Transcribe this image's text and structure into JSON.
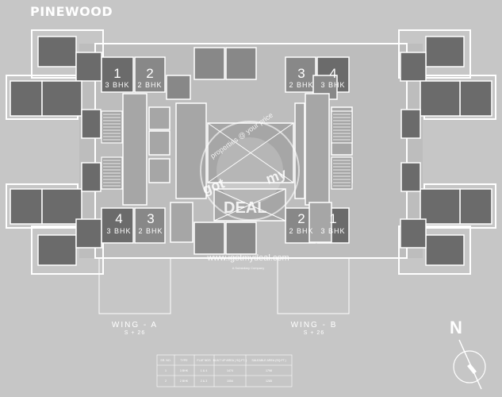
{
  "project": {
    "title": "PINEWOOD"
  },
  "units": [
    {
      "number": "1",
      "type": "3 BHK"
    },
    {
      "number": "2",
      "type": "2 BHK"
    },
    {
      "number": "3",
      "type": "2 BHK"
    },
    {
      "number": "4",
      "type": "3 BHK"
    },
    {
      "number": "4",
      "type": "3 BHK"
    },
    {
      "number": "3",
      "type": "2 BHK"
    },
    {
      "number": "2",
      "type": "2 BHK"
    },
    {
      "number": "1",
      "type": "3 BHK"
    }
  ],
  "wings": [
    {
      "name": "WING - A",
      "floors": "S + 26"
    },
    {
      "name": "WING - B",
      "floors": "S + 26"
    }
  ],
  "watermark": {
    "tagline": "properties @ your price",
    "left_word": "got",
    "right_word": "my",
    "bottom_word": "DEAL",
    "url": "www.igotmydeal.com",
    "sub": "A Subsidiary Company"
  },
  "area_table": {
    "headers": [
      "SR. NO.",
      "TYPE",
      "FLAT NOS",
      "BUILT UP AREA ( SQ.FT. )",
      "SALEABLE AREA (SQ.FT.)"
    ],
    "rows": [
      [
        "1",
        "3 BHK",
        "1 & 4",
        "1474",
        "1798"
      ],
      [
        "2",
        "2 BHK",
        "2 & 3",
        "1054",
        "1285"
      ]
    ]
  },
  "compass": {
    "label": "N"
  },
  "colors": {
    "background": "#c6c6c6",
    "dark_room": "#6b6b6b",
    "mid_room": "#858585",
    "light_room": "#a5a5a5",
    "wall": "#ffffff"
  }
}
